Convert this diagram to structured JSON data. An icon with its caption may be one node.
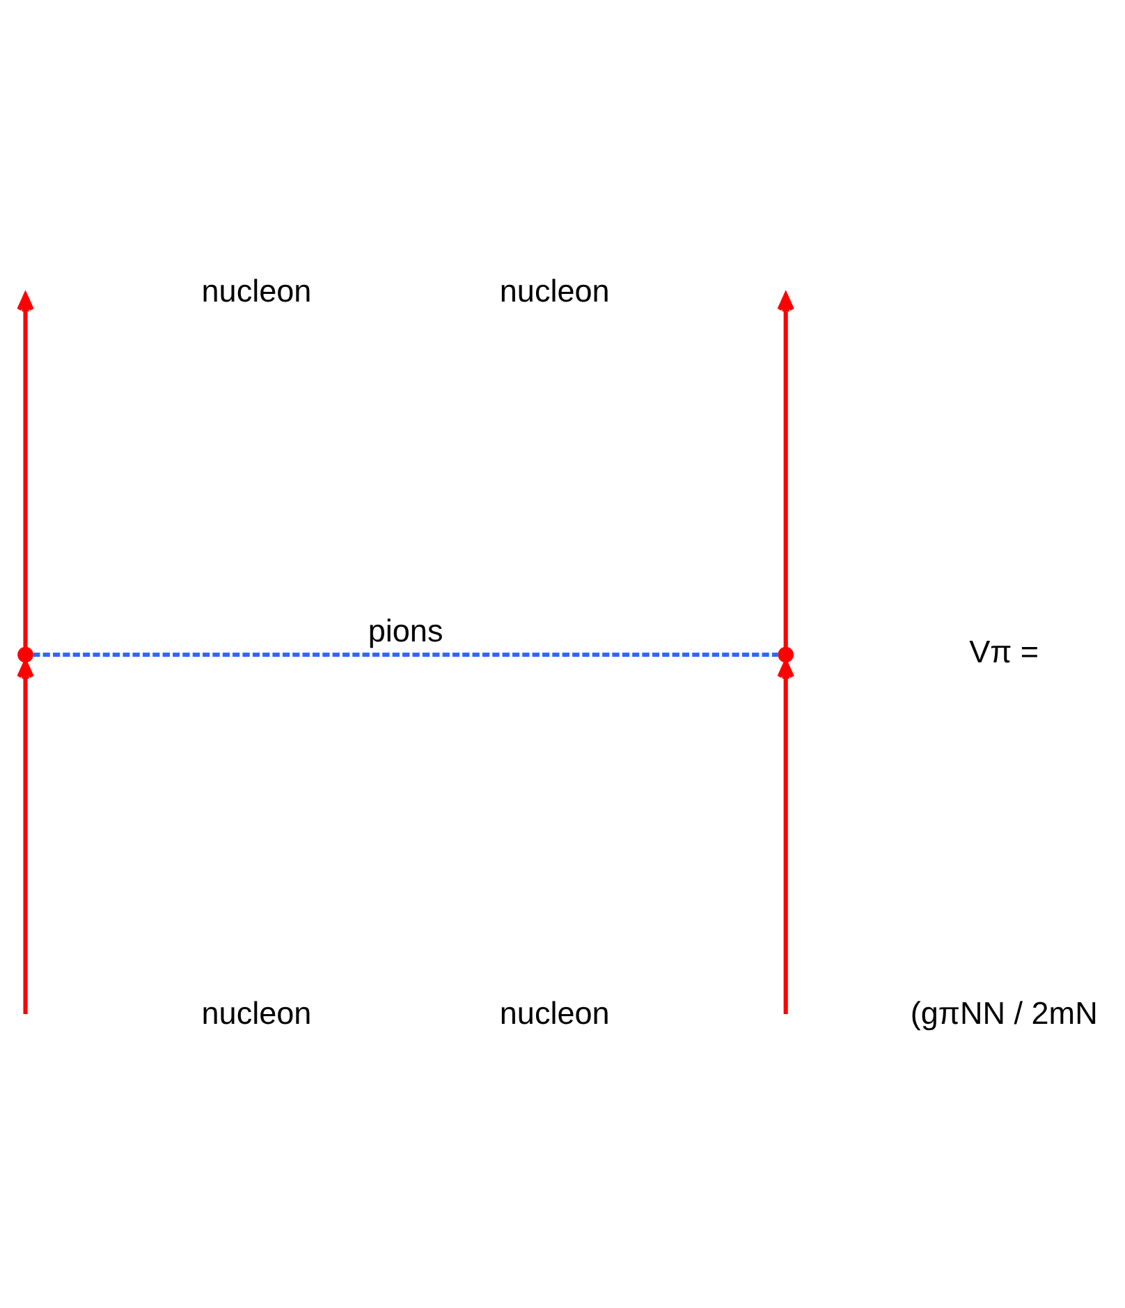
{
  "diagram": {
    "nodes": [
      {
        "text": [],
        "shape": "point"
      },
      {
        "text": [],
        "shape": "point"
      }
    ],
    "edges": [
      {
        "from": null,
        "to": 0,
        "arrow": "to"
      },
      {
        "from": 0,
        "to": null,
        "arrow": "to"
      },
      {
        "from": null,
        "to": 1,
        "arrow": "to"
      },
      {
        "from": 1,
        "to": null,
        "arrow": "to"
      },
      {
        "from": 0,
        "to": 1,
        "arrow": "none",
        "label": "pions",
        "style": "dashed",
        "color": "#3366ff"
      }
    ],
    "labels": [
      "nucleon",
      "nucleon",
      "Vπ =",
      "(gπNN / 2mN",
      "nucleon",
      "nucleon"
    ]
  }
}
